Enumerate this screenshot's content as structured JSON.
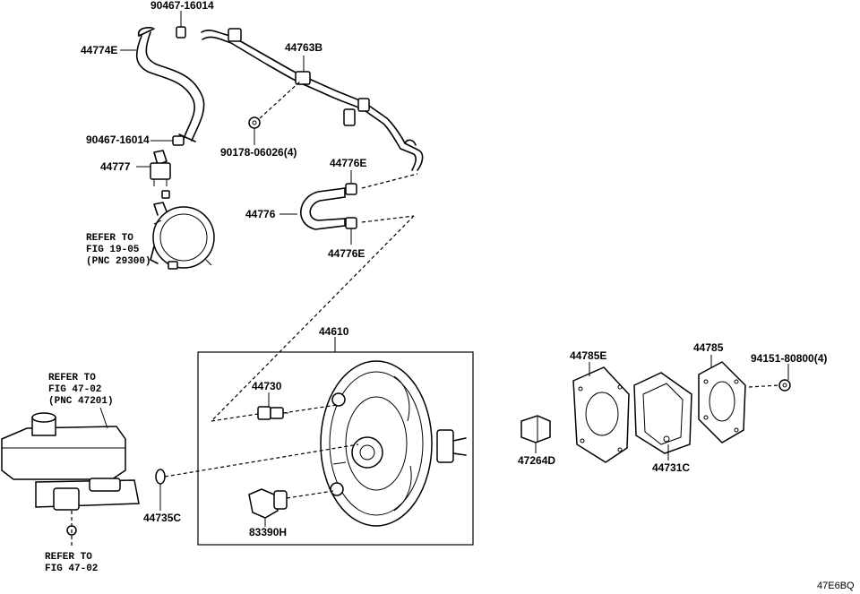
{
  "diagram_code": "47E6BQ",
  "labels": {
    "p90467_top": "90467-16014",
    "p44774E": "44774E",
    "p44763B": "44763B",
    "p90178": "90178-06026(4)",
    "p90467_mid": "90467-16014",
    "p44777": "44777",
    "p44776E_top": "44776E",
    "p44776": "44776",
    "p44776E_bot": "44776E",
    "p44610": "44610",
    "p44730": "44730",
    "p83390H": "83390H",
    "p44735C": "44735C",
    "p44785E": "44785E",
    "p44785": "44785",
    "p94151": "94151-80800(4)",
    "p47264D": "47264D",
    "p44731C": "44731C"
  },
  "refs": {
    "pump_ref": [
      "REFER TO",
      "FIG 19-05",
      "(PNC 29300)"
    ],
    "reservoir_ref": [
      "REFER TO",
      "FIG 47-02",
      "(PNC 47201)"
    ],
    "bottom_ref": [
      "REFER TO",
      "FIG 47-02"
    ]
  }
}
